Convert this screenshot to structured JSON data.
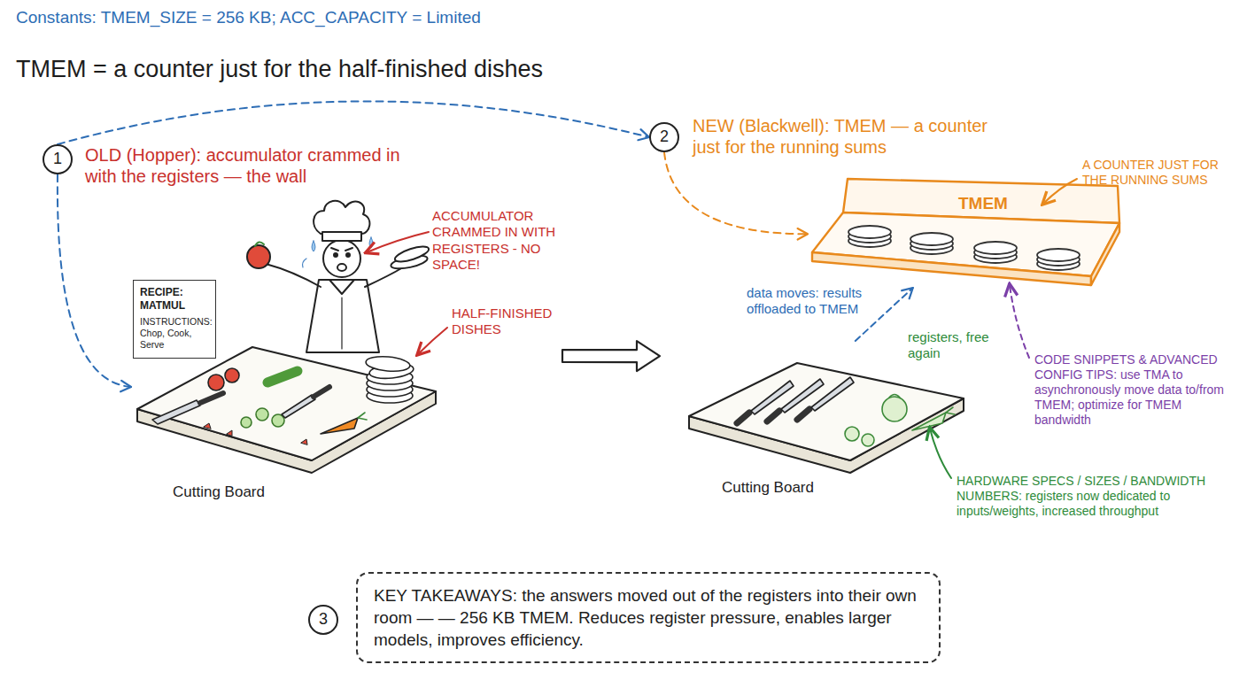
{
  "diagram": {
    "title": "TMEM = a counter just for the half-finished dishes",
    "nodes": [
      {
        "text": [
          "1"
        ]
      },
      {
        "text": [
          "2"
        ]
      },
      {
        "text": [
          "TMEM"
        ]
      },
      {
        "text": [
          "RECIPE: MATMUL",
          "INSTRUCTIONS: Chop, Cook, Serve"
        ]
      },
      {
        "text": [
          "Cutting Board"
        ]
      },
      {
        "text": [
          "Cutting Board"
        ]
      },
      {
        "text": [
          "3"
        ]
      },
      {
        "text": [
          "KEY TAKEAWAYS: the answers moved out of the registers into their own room — — 256 KB TMEM. Reduces register pressure, enables larger models, improves efficiency."
        ]
      }
    ],
    "edges": [
      {
        "from": 0,
        "to": 1,
        "arrow": "to"
      },
      {
        "from": 0,
        "to": 4,
        "arrow": "to"
      },
      {
        "from": 1,
        "to": 2,
        "arrow": "to"
      },
      {
        "from": 4,
        "to": 5,
        "arrow": "to"
      },
      {
        "from": 5,
        "to": 2,
        "arrow": "to"
      }
    ],
    "labels": [
      "Constants: TMEM_SIZE = 256 KB; ACC_CAPACITY = Limited",
      "OLD (Hopper): accumulator crammed in with the registers — the wall",
      "NEW (Blackwell): TMEM — a counter just for the running sums",
      "A COUNTER JUST FOR THE RUNNING SUMS",
      "ACCUMULATOR CRAMMED IN WITH REGISTERS - NO SPACE!",
      "HALF-FINISHED DISHES",
      "data moves: results offloaded to TMEM",
      "registers, free again",
      "CODE SNIPPETS & ADVANCED CONFIG TIPS: use TMA to asynchronously move data to/from TMEM; optimize for TMEM bandwidth",
      "HARDWARE SPECS / SIZES / BANDWIDTH NUMBERS: registers now dedicated to inputs/weights, increased throughput"
    ]
  }
}
